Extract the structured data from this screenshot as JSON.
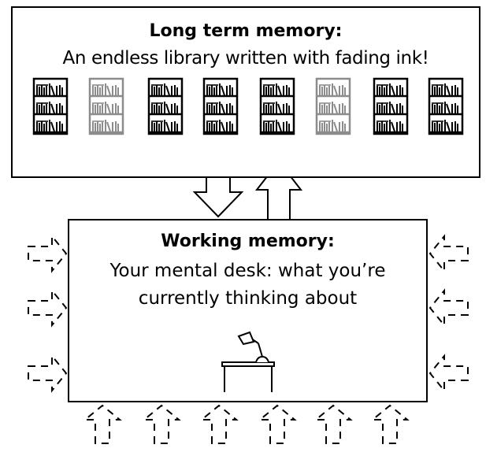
{
  "long_term_memory": {
    "title": "Long term memory:",
    "subtitle": "An endless library written with fading ink!"
  },
  "working_memory": {
    "title": "Working memory:",
    "line1": "Your mental desk: what you’re",
    "line2": "currently thinking about"
  },
  "colors": {
    "ink": "#000000",
    "faded_ink": "#8c8c8c",
    "background": "#ffffff"
  },
  "icons": {
    "bookshelf": "bookshelf-icon",
    "desk": "desk-lamp-icon",
    "transfer_arrow": "arrow-icon",
    "distraction_arrow": "dashed-arrow-icon"
  },
  "library": {
    "shelves": [
      {
        "faded": false
      },
      {
        "faded": true
      },
      {
        "faded": false
      },
      {
        "faded": false
      },
      {
        "faded": false
      },
      {
        "faded": true
      },
      {
        "faded": false
      },
      {
        "faded": false
      }
    ]
  }
}
